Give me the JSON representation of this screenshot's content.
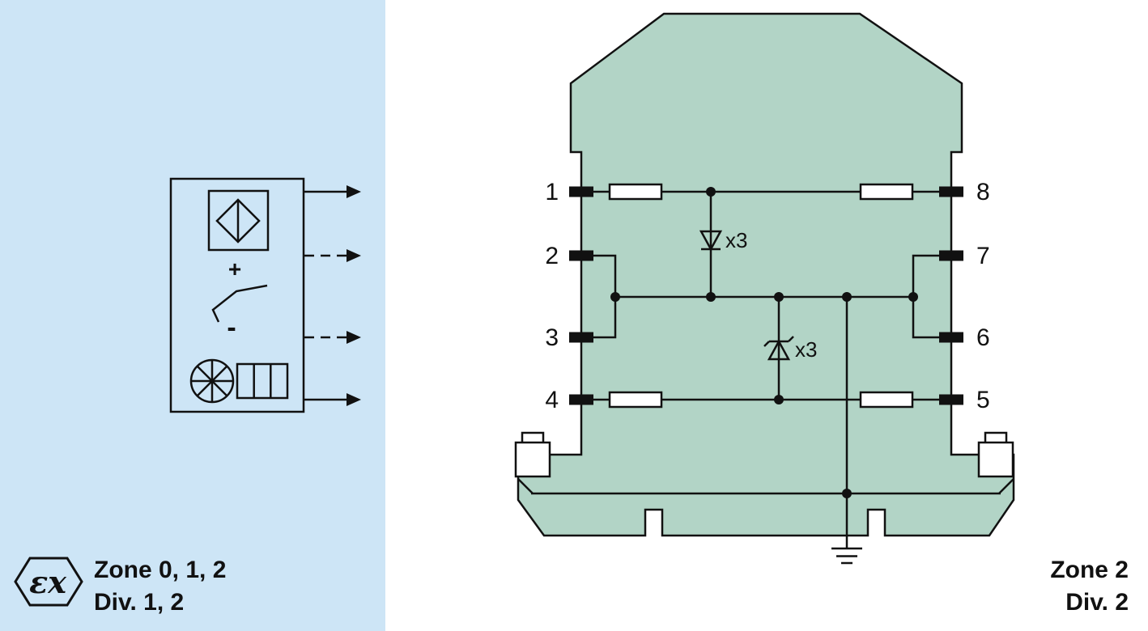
{
  "colors": {
    "left_panel_bg": "#cde5f6",
    "device_fill": "#b2d4c6"
  },
  "left_panel": {
    "sensor_plus": "+",
    "sensor_minus": "-",
    "ex_logo": "εx",
    "zone_line1": "Zone 0, 1, 2",
    "zone_line2": "Div. 1, 2"
  },
  "device": {
    "terminals_left": [
      "1",
      "2",
      "3",
      "4"
    ],
    "terminals_right": [
      "8",
      "7",
      "6",
      "5"
    ],
    "top_diode_label": "x3",
    "bottom_diode_label": "x3",
    "zone_line1": "Zone 2",
    "zone_line2": "Div. 2"
  }
}
